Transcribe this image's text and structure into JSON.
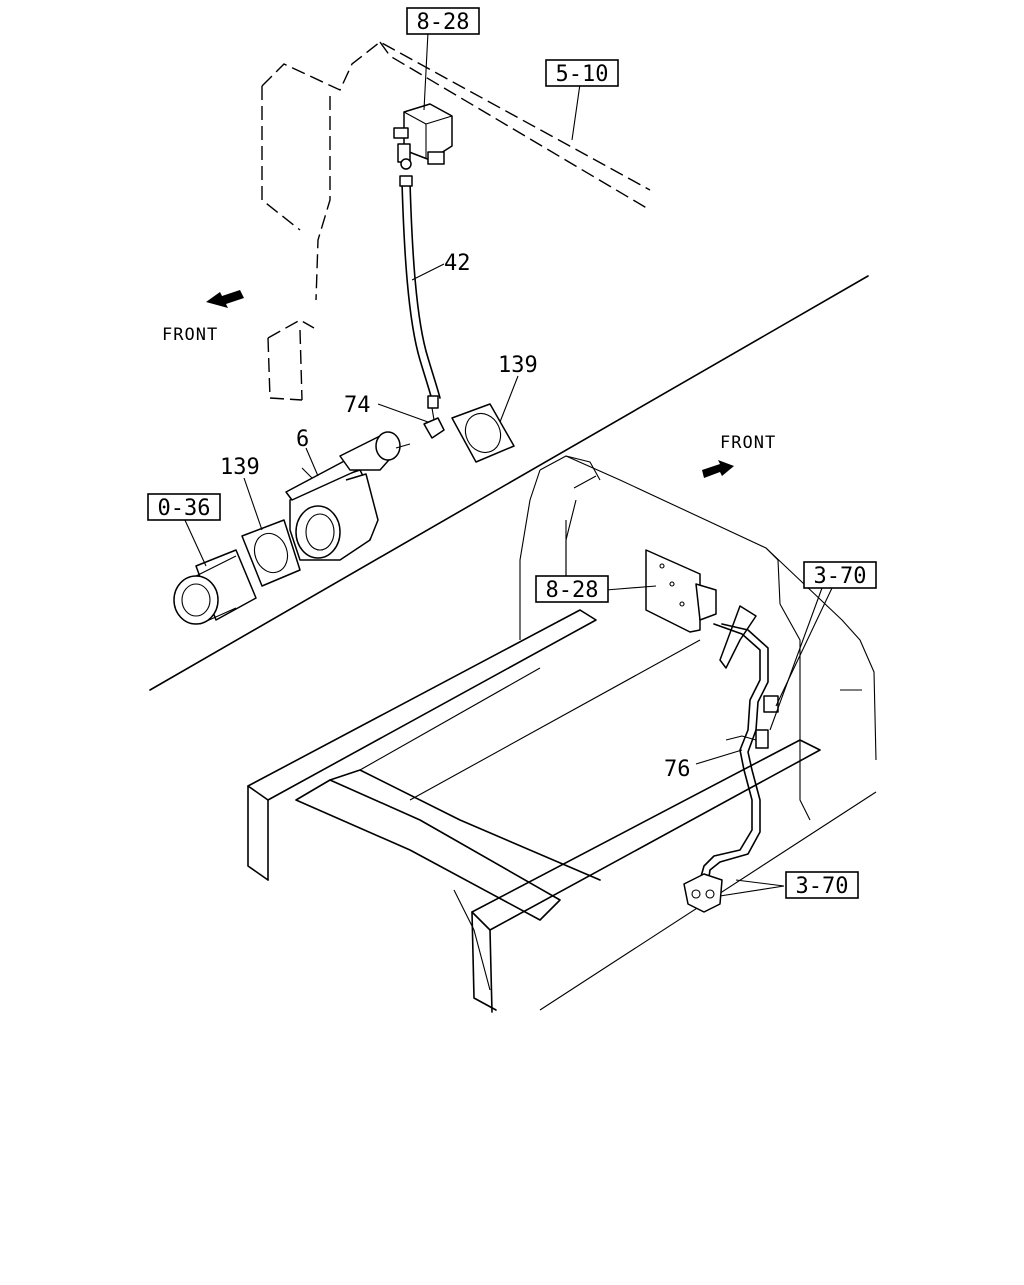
{
  "diagram": {
    "direction_labels": [
      "FRONT",
      "FRONT"
    ],
    "ref_boxes": [
      "8-28",
      "5-10",
      "0-36",
      "8-28",
      "3-70",
      "3-70"
    ],
    "part_numbers": [
      "42",
      "139",
      "74",
      "6",
      "139",
      "76"
    ]
  },
  "icons": [
    "front-arrow-icon",
    "front-arrow-icon"
  ],
  "colors": {
    "line": "#000000",
    "background": "#ffffff"
  }
}
